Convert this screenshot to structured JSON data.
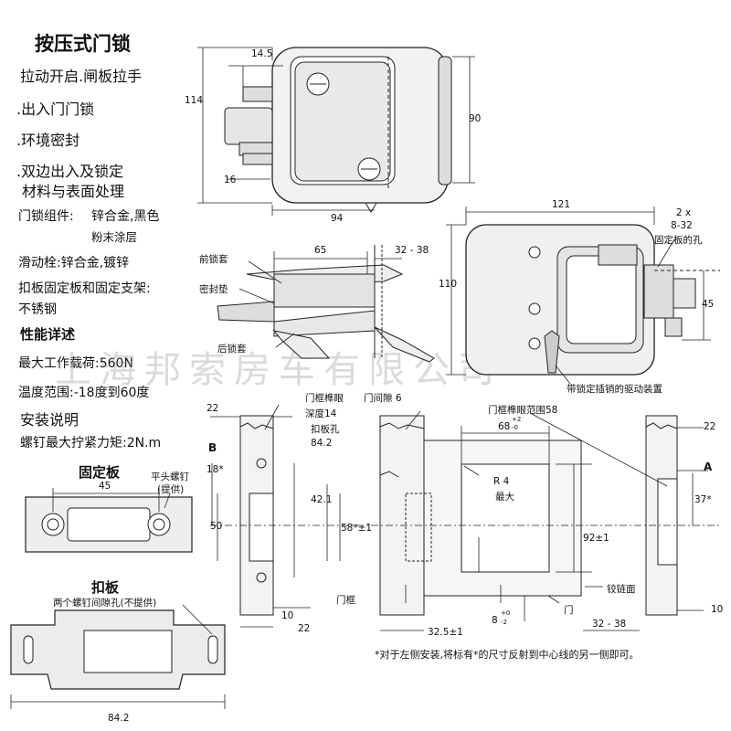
{
  "title": "按压式门锁",
  "features": [
    "拉动开启.闸板拉手",
    ".出入门门锁",
    ".环境密封",
    ".双边出入及锁定"
  ],
  "materials": {
    "heading": "材料与表面处理",
    "lock_parts_label": "门锁组件:",
    "lock_parts_value": "锌合金,黑色",
    "lock_parts_value2": "粉末涂层",
    "slide_bolt": "滑动栓:锌合金,镀锌",
    "strike_plate": "扣板固定板和固定支架:",
    "strike_plate_value": "不锈钢"
  },
  "performance": {
    "heading": "性能详述",
    "max_load": "最大工作载荷:560N",
    "temp_range": "温度范围:-18度到60度"
  },
  "install": {
    "heading": "安装说明",
    "torque": "螺钉最大拧紧力矩:2N.m"
  },
  "fixing_plate": {
    "title": "固定板",
    "screw_label": "平头螺钉",
    "screw_label2": "(提供)",
    "dim_45": "45"
  },
  "strike": {
    "title": "扣板",
    "note": "两个螺钉间隙孔(不提供)",
    "dim": "84.2"
  },
  "top_view_dims": {
    "d14_5": "14.5",
    "d114": "114",
    "d90": "90",
    "d16": "16",
    "d94": "94"
  },
  "side_view": {
    "d65": "65",
    "d32_38": "32 - 38",
    "front_sleeve": "前锁套",
    "seal": "密封垫",
    "rear_sleeve": "后锁套"
  },
  "back_view": {
    "d121": "121",
    "d2x": "2 x",
    "d8_32": "8-32",
    "fix_hole": "固定板的孔",
    "d110": "110",
    "d45": "45",
    "drive_note": "带锁定插销的驱动装置"
  },
  "cutout": {
    "frame_mortise": "门框榫眼",
    "depth": "深度14",
    "strike_hole": "扣板孔",
    "d84_2": "84.2",
    "gap": "门间隙 6",
    "mortise_range": "门框榫眼范围58",
    "d68": "68",
    "d68_tol_up": "+2",
    "d68_tol_dn": "-0",
    "r4": "R 4",
    "max": "最大",
    "d42_1": "42.1",
    "d58": "58*±1",
    "d92": "92±1",
    "d22a": "22",
    "d22b": "22",
    "d22c": "22",
    "d18": "18*",
    "d50": "50",
    "d37": "37*",
    "d10a": "10",
    "d10b": "10",
    "d32_5": "32.5±1",
    "d8": "8",
    "d8_tol_up": "+0",
    "d8_tol_dn": "-2",
    "d32_38": "32 - 38",
    "label_a": "A",
    "label_b": "B",
    "frame": "门框",
    "door": "门",
    "hinge": "铰链面"
  },
  "footnote": "*对于左侧安装,将标有*的尺寸反射到中心线的另一侧即可。",
  "watermark": "上海邦索房车有限公司"
}
